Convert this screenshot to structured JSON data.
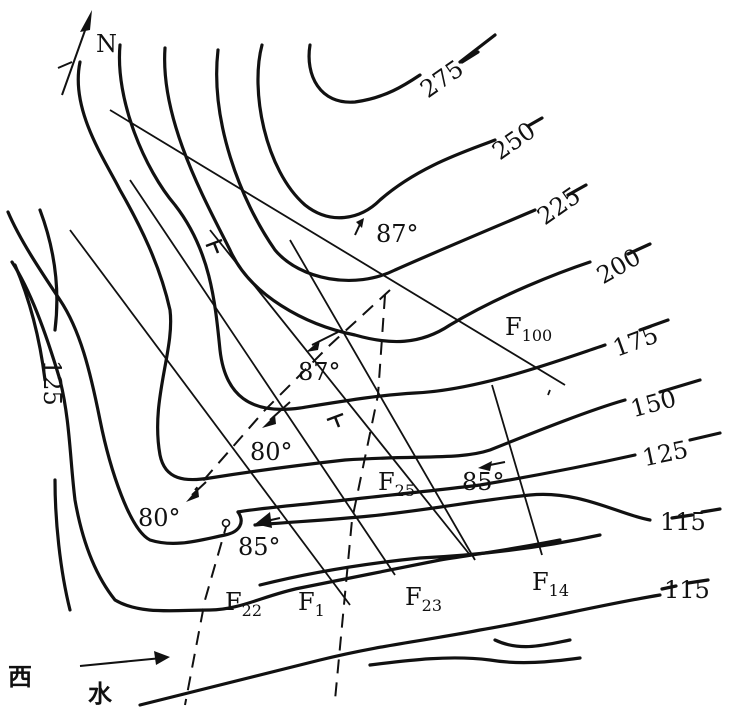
{
  "north_label": "N",
  "contour_labels": [
    "275",
    "250",
    "225",
    "200",
    "175",
    "150",
    "125",
    "115",
    "115",
    "125"
  ],
  "faults": [
    {
      "name": "F",
      "sub": "100"
    },
    {
      "name": "F",
      "sub": "25"
    },
    {
      "name": "F",
      "sub": "22"
    },
    {
      "name": "F",
      "sub": "1"
    },
    {
      "name": "F",
      "sub": "23"
    },
    {
      "name": "F",
      "sub": "14"
    }
  ],
  "dip_labels": [
    "87°",
    "87°",
    "80°",
    "80°",
    "85°",
    "85°"
  ],
  "river": {
    "char1": "西",
    "char2": "水"
  }
}
